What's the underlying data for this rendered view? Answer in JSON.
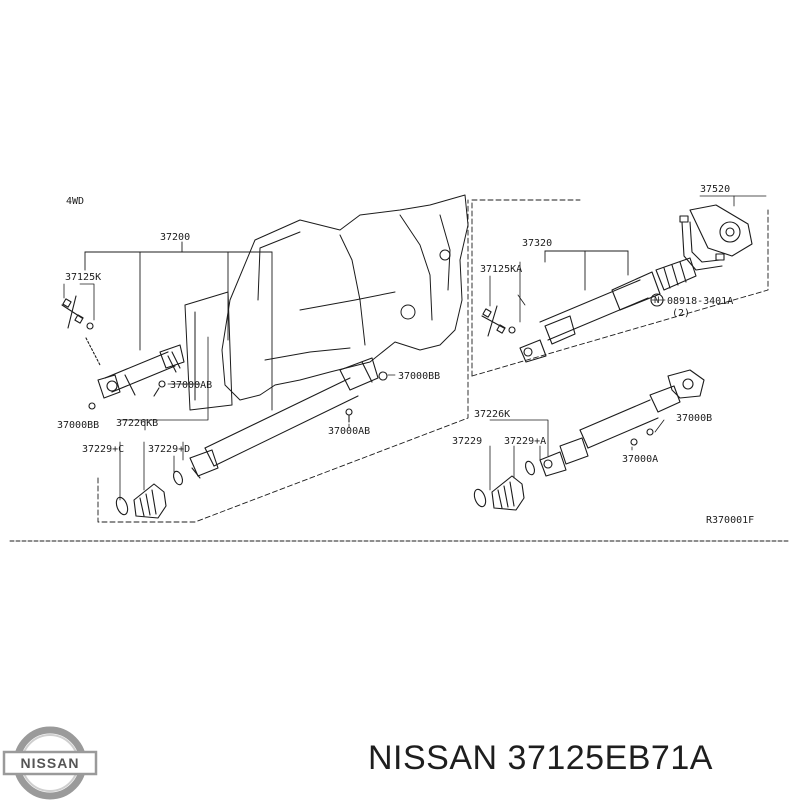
{
  "diagram": {
    "variant": "4WD",
    "reference": "R370001F",
    "left_group": {
      "assembly": "37200",
      "labels": {
        "spider_a": "37125K",
        "bolt_upper": "37000AB",
        "bolt_lower": "37000BB",
        "boot_kit": "37226KB",
        "snap_c": "37229+C",
        "snap_d": "37229+D",
        "nut_upper": "37000BB",
        "nut_lower": "37000AB"
      }
    },
    "right_group": {
      "assembly": "37320",
      "bearing": "37520",
      "labels": {
        "spider_b": "37125KA",
        "washer_code": "08918-3401A",
        "washer_qty": "(2)",
        "washer_marker": "N",
        "boot_kit": "37226K",
        "snap": "37229",
        "snap_a": "37229+A",
        "nut_upper": "37000B",
        "nut_lower": "37000A"
      }
    }
  },
  "brand": {
    "logo_text": "NISSAN",
    "caption": "NISSAN 37125EB71A"
  },
  "colors": {
    "ink": "#1c1c1c",
    "background": "#ffffff",
    "logo_ring": "#9a9a9a"
  }
}
